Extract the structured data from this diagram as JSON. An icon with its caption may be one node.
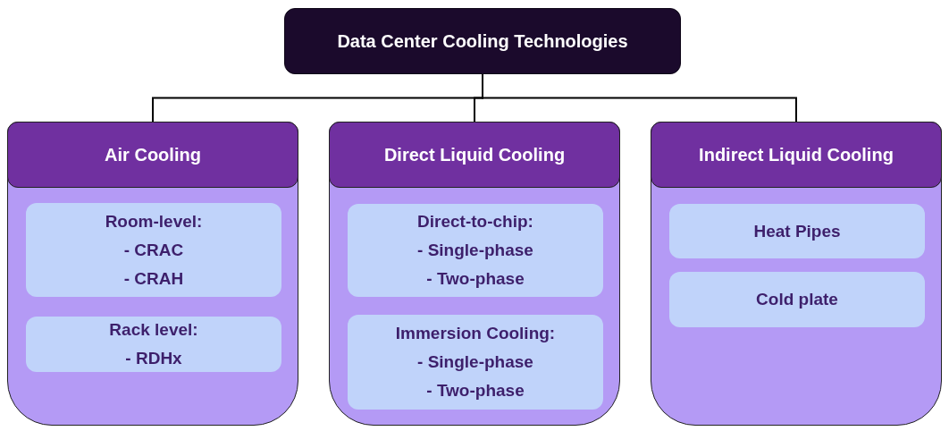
{
  "diagram": {
    "nodes": [
      {
        "text": [
          "Data Center Cooling Technologies"
        ]
      },
      {
        "text": [
          "Air Cooling"
        ]
      },
      {
        "text": [
          "Room-level:",
          "- CRAC",
          "- CRAH"
        ],
        "in": 1
      },
      {
        "text": [
          "Rack level:",
          "- RDHx"
        ],
        "in": 1
      },
      {
        "text": [
          "Direct Liquid Cooling"
        ]
      },
      {
        "text": [
          "Direct-to-chip:",
          "- Single-phase",
          "- Two-phase"
        ],
        "in": 4
      },
      {
        "text": [
          "Immersion Cooling:",
          "- Single-phase",
          "- Two-phase"
        ],
        "in": 4
      },
      {
        "text": [
          "Indirect Liquid Cooling"
        ]
      },
      {
        "text": [
          "Heat Pipes"
        ],
        "in": 7
      },
      {
        "text": [
          "Cold plate"
        ],
        "in": 7
      }
    ],
    "edges": [
      {
        "from": 0,
        "to": 1,
        "arrow": "none"
      },
      {
        "from": 0,
        "to": 4,
        "arrow": "none"
      },
      {
        "from": 0,
        "to": 7,
        "arrow": "none"
      }
    ]
  }
}
